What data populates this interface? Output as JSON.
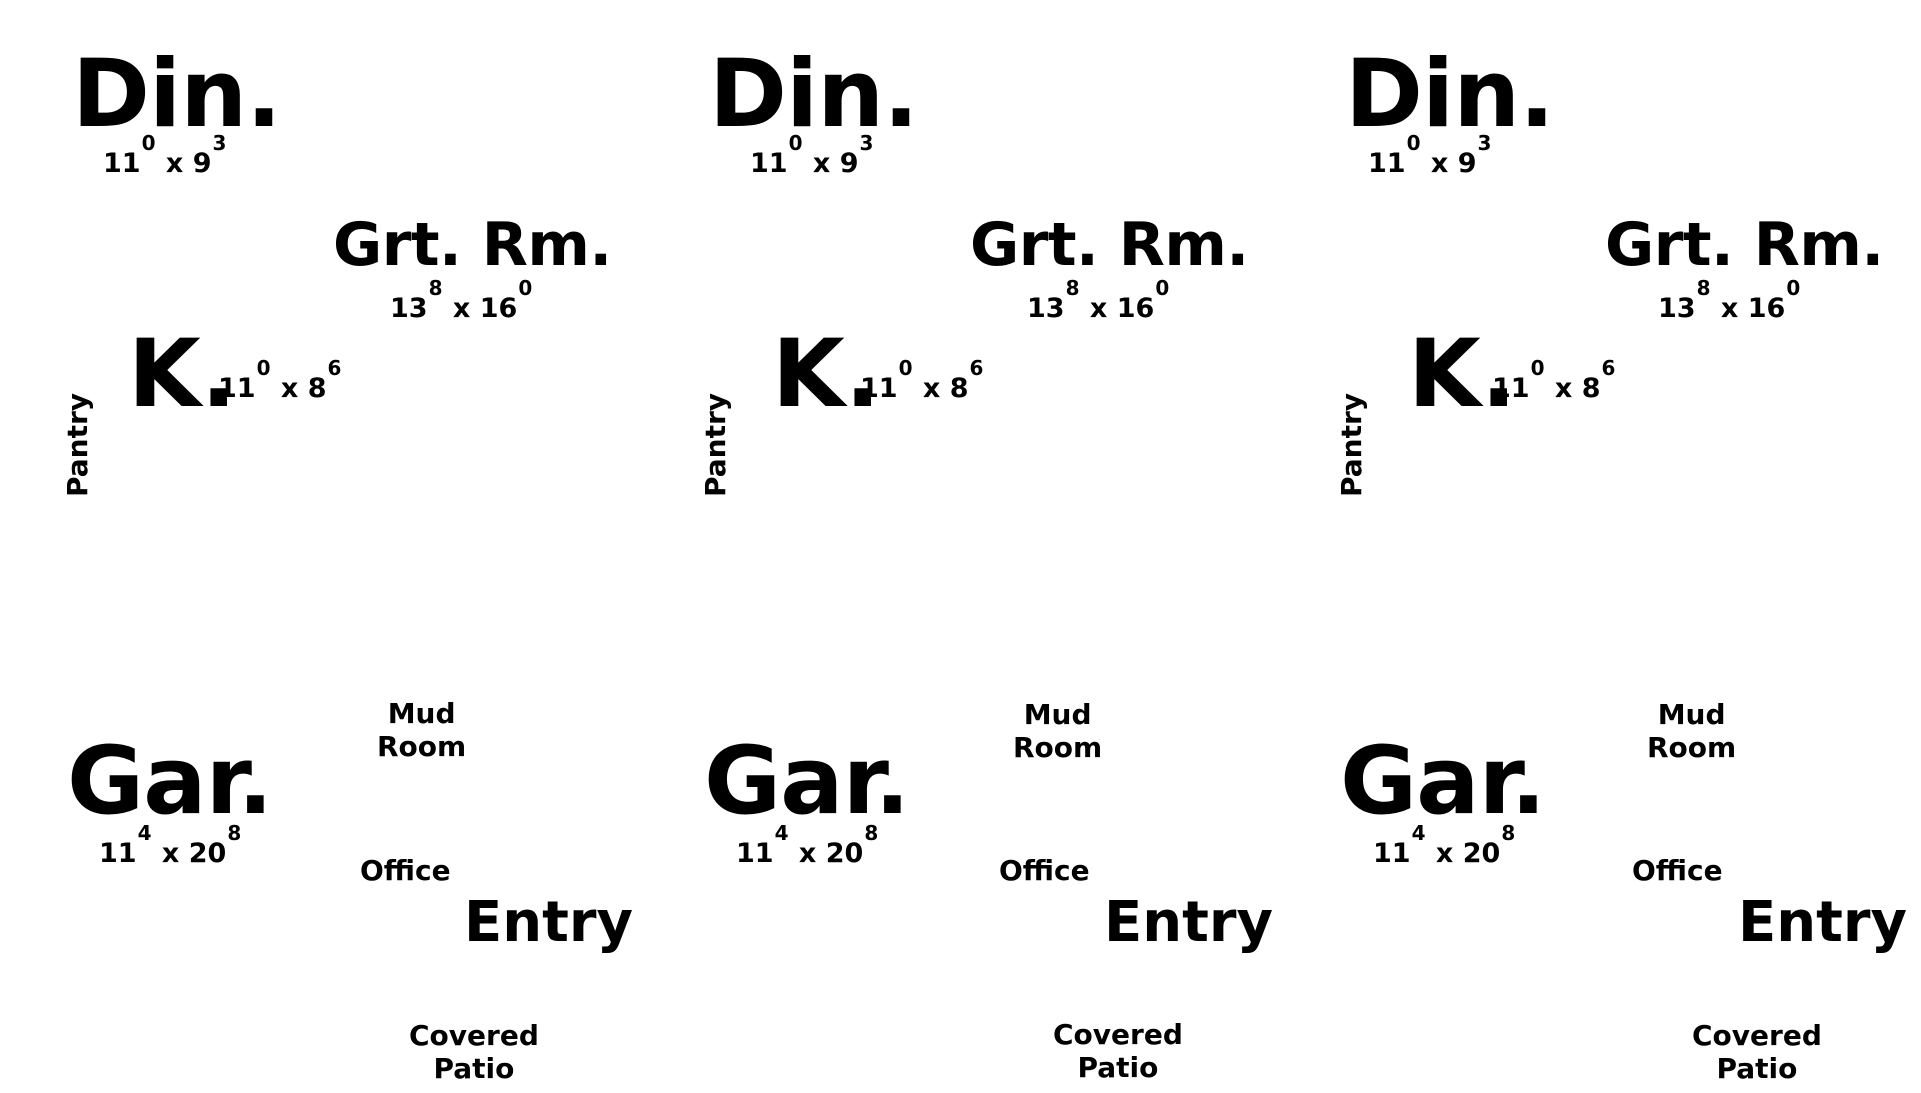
{
  "panels": [
    {
      "dining": {
        "label": "Din.",
        "dim_a": "11",
        "dim_a_sup": "0",
        "x": "x",
        "dim_b": "9",
        "dim_b_sup": "3"
      },
      "great_room": {
        "label": "Grt. Rm.",
        "dim_a": "13",
        "dim_a_sup": "8",
        "x": "x",
        "dim_b": "16",
        "dim_b_sup": "0"
      },
      "kitchen": {
        "label": "K.",
        "dim_a": "11",
        "dim_a_sup": "0",
        "x": "x",
        "dim_b": "8",
        "dim_b_sup": "6"
      },
      "pantry": "Pantry",
      "mud_room": {
        "line1": "Mud",
        "line2": "Room"
      },
      "garage": {
        "label": "Gar.",
        "dim_a": "11",
        "dim_a_sup": "4",
        "x": "x",
        "dim_b": "20",
        "dim_b_sup": "8"
      },
      "office": "Office",
      "entry": "Entry",
      "covered_patio": {
        "line1": "Covered",
        "line2": "Patio"
      }
    },
    {
      "dining": {
        "label": "Din.",
        "dim_a": "11",
        "dim_a_sup": "0",
        "x": "x",
        "dim_b": "9",
        "dim_b_sup": "3"
      },
      "great_room": {
        "label": "Grt. Rm.",
        "dim_a": "13",
        "dim_a_sup": "8",
        "x": "x",
        "dim_b": "16",
        "dim_b_sup": "0"
      },
      "kitchen": {
        "label": "K.",
        "dim_a": "11",
        "dim_a_sup": "0",
        "x": "x",
        "dim_b": "8",
        "dim_b_sup": "6"
      },
      "pantry": "Pantry",
      "mud_room": {
        "line1": "Mud",
        "line2": "Room"
      },
      "garage": {
        "label": "Gar.",
        "dim_a": "11",
        "dim_a_sup": "4",
        "x": "x",
        "dim_b": "20",
        "dim_b_sup": "8"
      },
      "office": "Office",
      "entry": "Entry",
      "covered_patio": {
        "line1": "Covered",
        "line2": "Patio"
      }
    },
    {
      "dining": {
        "label": "Din.",
        "dim_a": "11",
        "dim_a_sup": "0",
        "x": "x",
        "dim_b": "9",
        "dim_b_sup": "3"
      },
      "great_room": {
        "label": "Grt. Rm.",
        "dim_a": "13",
        "dim_a_sup": "8",
        "x": "x",
        "dim_b": "16",
        "dim_b_sup": "0"
      },
      "kitchen": {
        "label": "K.",
        "dim_a": "11",
        "dim_a_sup": "0",
        "x": "x",
        "dim_b": "8",
        "dim_b_sup": "6"
      },
      "pantry": "Pantry",
      "mud_room": {
        "line1": "Mud",
        "line2": "Room"
      },
      "garage": {
        "label": "Gar.",
        "dim_a": "11",
        "dim_a_sup": "4",
        "x": "x",
        "dim_b": "20",
        "dim_b_sup": "8"
      },
      "office": "Office",
      "entry": "Entry",
      "covered_patio": {
        "line1": "Covered",
        "line2": "Patio"
      }
    }
  ]
}
